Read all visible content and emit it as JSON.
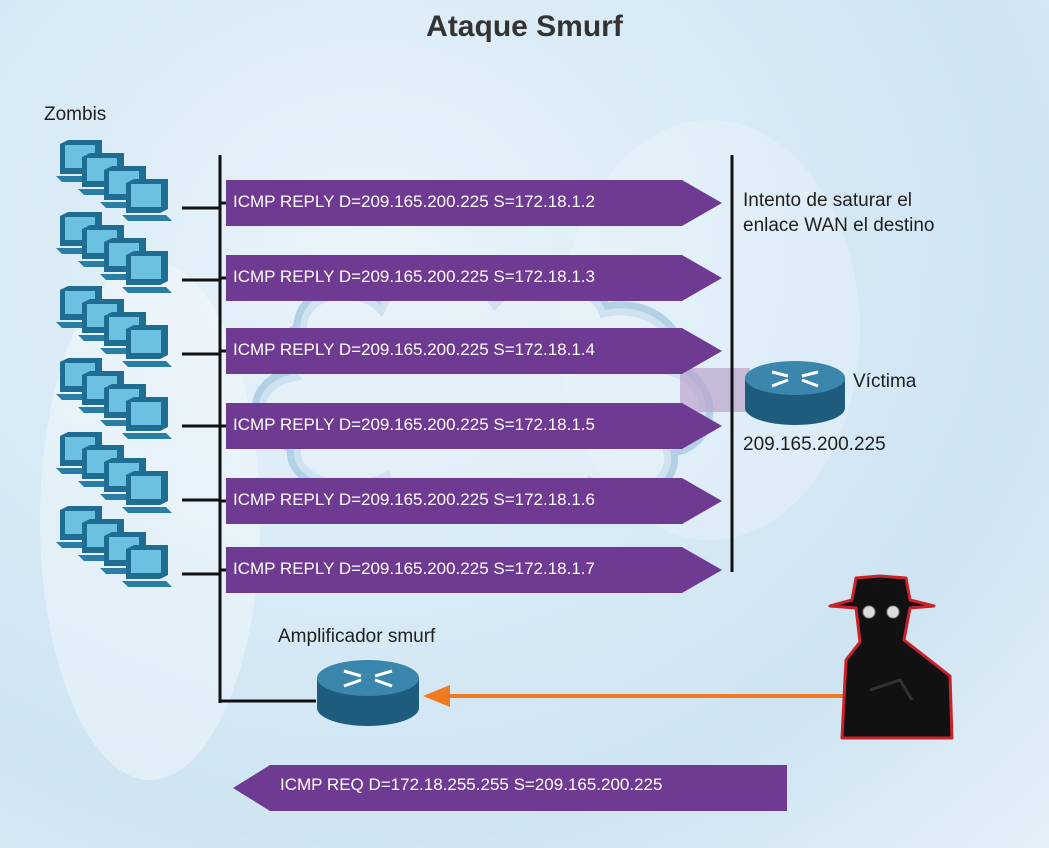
{
  "title": "Ataque Smurf",
  "zombies_label": "Zombis",
  "target_text_line1": "Intento de saturar el",
  "target_text_line2": "enlace WAN el destino",
  "victim_label": "Víctima",
  "victim_ip": "209.165.200.225",
  "amplifier_label": "Amplificador smurf",
  "replies": [
    "ICMP REPLY D=209.165.200.225 S=172.18.1.2",
    "ICMP REPLY D=209.165.200.225 S=172.18.1.3",
    "ICMP REPLY D=209.165.200.225 S=172.18.1.4",
    "ICMP REPLY D=209.165.200.225 S=172.18.1.5",
    "ICMP REPLY D=209.165.200.225 S=172.18.1.6",
    "ICMP REPLY D=209.165.200.225 S=172.18.1.7"
  ],
  "request": "ICMP REQ D=172.18.255.255 S=209.165.200.225",
  "colors": {
    "arrow_purple": "#6f3a91",
    "attack_orange": "#f07a22",
    "router_blue": "#2b6f93",
    "pc_blue": "#3d93b8"
  },
  "icons": [
    "pc-icon",
    "router-icon",
    "cloud-icon",
    "hacker-icon"
  ]
}
